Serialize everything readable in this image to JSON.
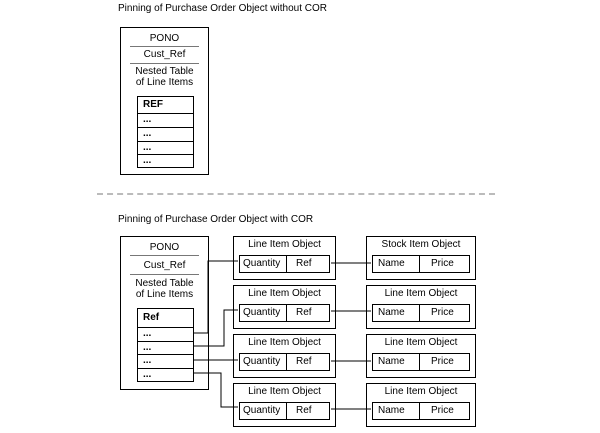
{
  "top": {
    "title": "Pinning of Purchase Order Object without COR",
    "po": {
      "pono": "PONO",
      "cust_ref": "Cust_Ref",
      "nested_line1": "Nested Table",
      "nested_line2": "of Line Items",
      "table_header": "REF",
      "rows": [
        "...",
        "...",
        "...",
        "..."
      ]
    }
  },
  "bottom": {
    "title": "Pinning of Purchase Order Object with COR",
    "po": {
      "pono": "PONO",
      "cust_ref": "Cust_Ref",
      "nested_line1": "Nested Table",
      "nested_line2": "of Line Items",
      "table_header": "Ref",
      "rows": [
        "...",
        "...",
        "...",
        "..."
      ]
    },
    "line_items": [
      {
        "name": "Line Item Object",
        "field1": "Quantity",
        "field2": "Ref"
      },
      {
        "name": "Line Item Object",
        "field1": "Quantity",
        "field2": "Ref"
      },
      {
        "name": "Line Item Object",
        "field1": "Quantity",
        "field2": "Ref"
      },
      {
        "name": "Line Item Object",
        "field1": "Quantity",
        "field2": "Ref"
      }
    ],
    "right_objects": [
      {
        "name": "Stock Item Object",
        "field1": "Name",
        "field2": "Price"
      },
      {
        "name": "Line Item Object",
        "field1": "Name",
        "field2": "Price"
      },
      {
        "name": "Line Item Object",
        "field1": "Name",
        "field2": "Price"
      },
      {
        "name": "Line Item Object",
        "field1": "Name",
        "field2": "Price"
      }
    ]
  }
}
